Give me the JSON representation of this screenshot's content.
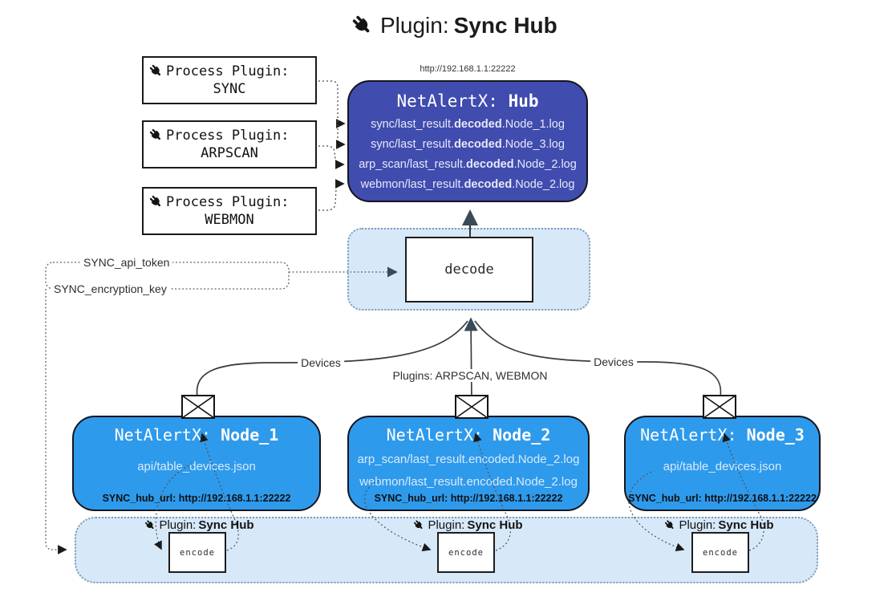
{
  "title": {
    "prefix": "Plugin: ",
    "bold": "Sync Hub"
  },
  "process_plugins": [
    {
      "line1": "Process Plugin:",
      "name": "SYNC"
    },
    {
      "line1": "Process Plugin:",
      "name": "ARPSCAN"
    },
    {
      "line1": "Process Plugin:",
      "name": "WEBMON"
    }
  ],
  "hub": {
    "url": "http://192.168.1.1:22222",
    "title_prefix": "NetAlertX: ",
    "title_bold": "Hub",
    "files": [
      {
        "pre": "sync/last_result.",
        "bold": "decoded",
        "post": ".Node_1.log"
      },
      {
        "pre": "sync/last_result.",
        "bold": "decoded",
        "post": ".Node_3.log"
      },
      {
        "pre": "arp_scan/last_result.",
        "bold": "decoded",
        "post": ".Node_2.log"
      },
      {
        "pre": "webmon/last_result.",
        "bold": "decoded",
        "post": ".Node_2.log"
      }
    ]
  },
  "decode": {
    "label": "decode"
  },
  "secrets": {
    "api_token": "SYNC_api_token",
    "encryption_key": "SYNC_encryption_key"
  },
  "edges": {
    "left_devices": "Devices",
    "middle": "Plugins: ARPSCAN, WEBMON",
    "right_devices": "Devices"
  },
  "nodes": [
    {
      "title_prefix": "NetAlertX: ",
      "title_bold": "Node_1",
      "files": [
        "api/table_devices.json"
      ],
      "hub_url": "SYNC_hub_url: http://192.168.1.1:22222"
    },
    {
      "title_prefix": "NetAlertX: ",
      "title_bold": "Node_2",
      "files": [
        "arp_scan/last_result.encoded.Node_2.log",
        "webmon/last_result.encoded.Node_2.log"
      ],
      "hub_url": "SYNC_hub_url: http://192.168.1.1:22222"
    },
    {
      "title_prefix": "NetAlertX: ",
      "title_bold": "Node_3",
      "files": [
        "api/table_devices.json"
      ],
      "hub_url": "SYNC_hub_url: http://192.168.1.1:22222"
    }
  ],
  "encoders": [
    {
      "label_prefix": "Plugin: ",
      "label_bold": "Sync Hub",
      "box": "encode"
    },
    {
      "label_prefix": "Plugin: ",
      "label_bold": "Sync Hub",
      "box": "encode"
    },
    {
      "label_prefix": "Plugin: ",
      "label_bold": "Sync Hub",
      "box": "encode"
    }
  ],
  "colors": {
    "hub-bg": "#404CAE",
    "node-bg": "#2E9AEC",
    "panel-bg": "#D7E8F9",
    "panel-border": "#7F9CB8",
    "hub-text": "#E7E9F8",
    "node-text": "#D8EAFB",
    "line": "#3C3C3C"
  }
}
